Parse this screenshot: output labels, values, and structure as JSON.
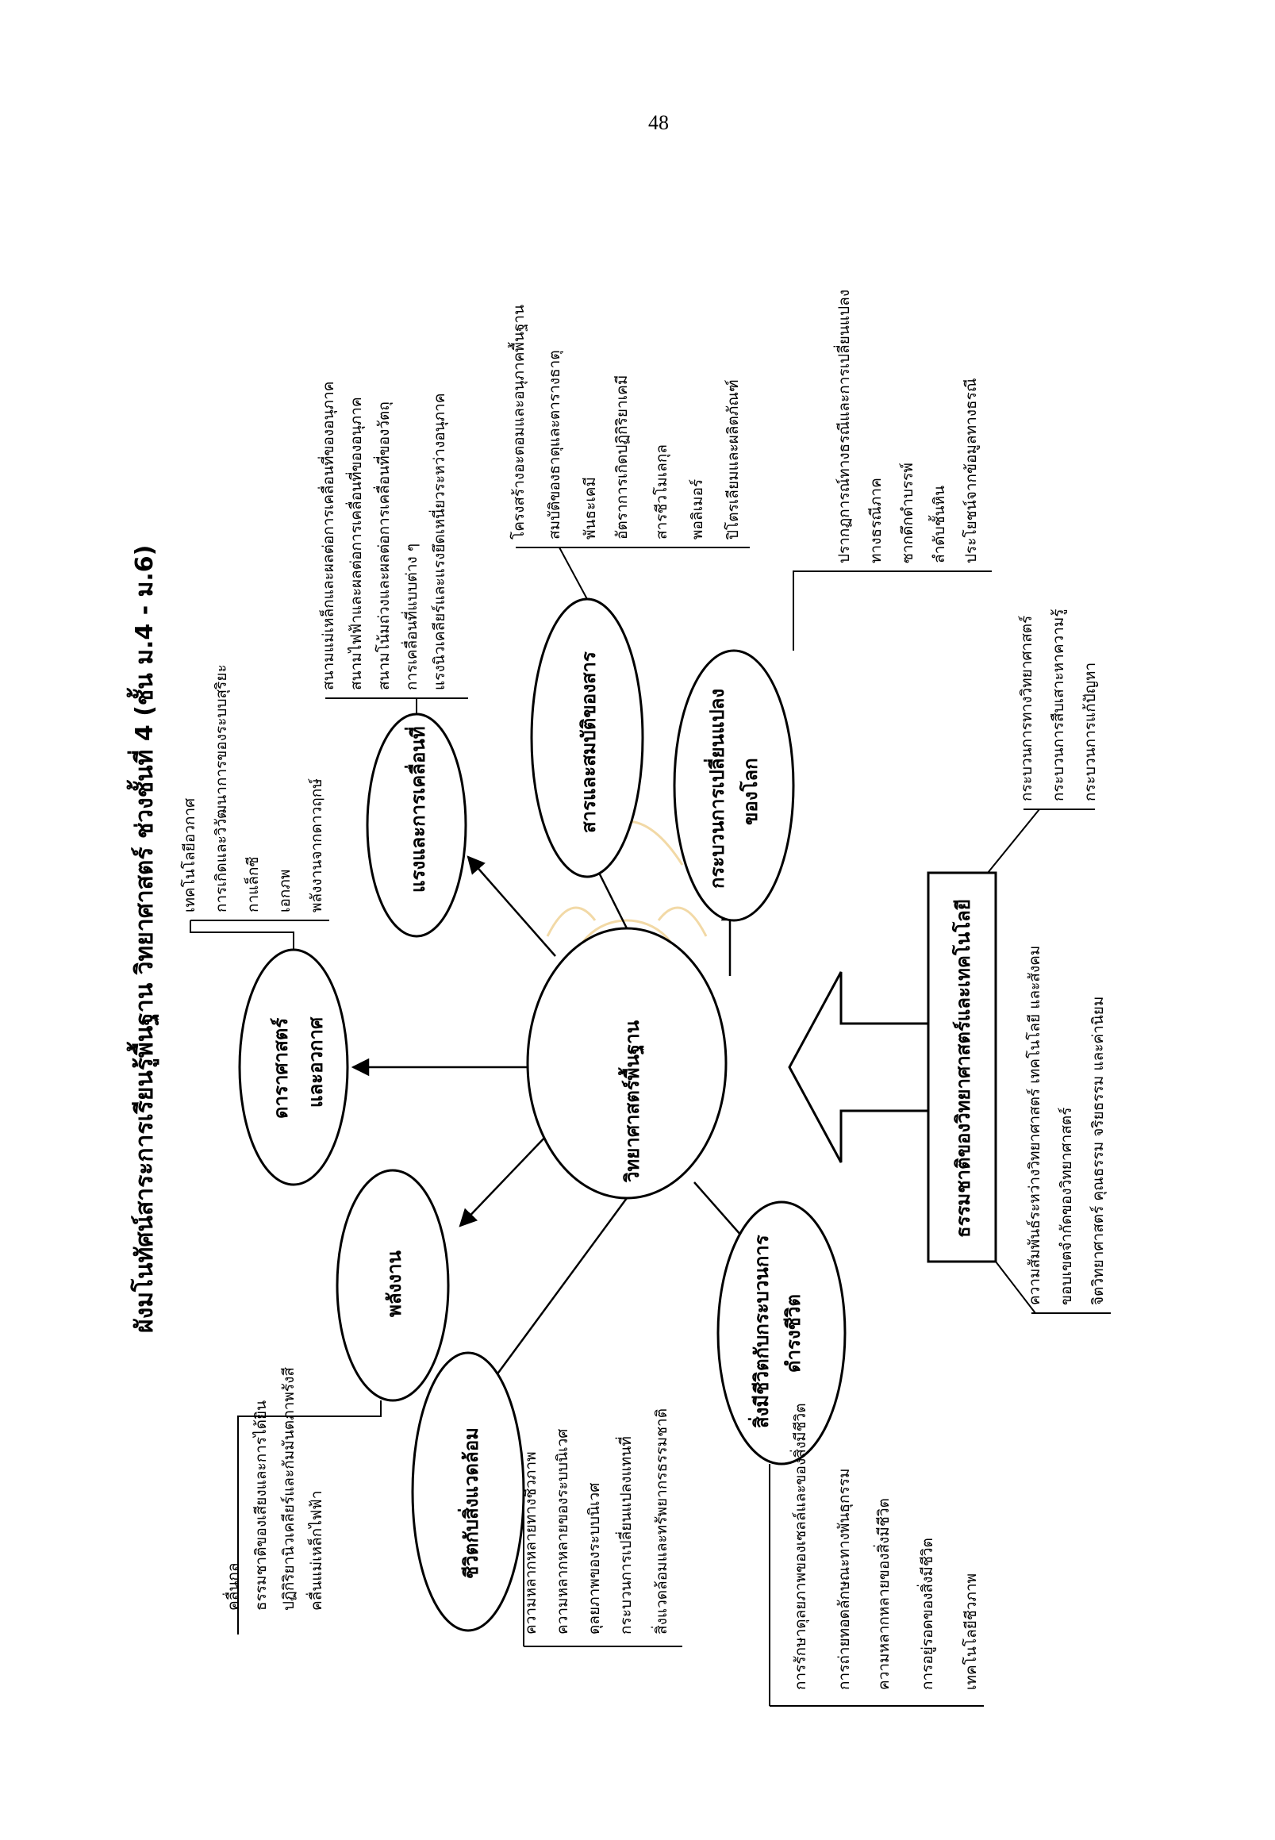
{
  "page_number": "48",
  "title": "ผังมโนทัศน์สาระการเรียนรู้พื้นฐาน  วิทยาศาสตร์  ช่วงชั้นที่ 4  (ชั้น ม.4 - ม.6)",
  "center": "วิทยาศาสตร์พื้นฐาน",
  "nodes": {
    "energy": {
      "label": [
        "พลังงาน"
      ],
      "items": [
        "คลื่นกล",
        "ธรรมชาติของเสียงและการได้ยิน",
        "ปฏิกิริยานิวเคลียร์และกัมมันตภาพรังสี",
        "คลื่นแม่เหล็กไฟฟ้า"
      ]
    },
    "astronomy": {
      "label": [
        "ดาราศาสตร์",
        "และอวกาศ"
      ],
      "items": [
        "เทคโนโลยีอวกาศ",
        "การเกิดและวิวัฒนาการของระบบสุริยะ",
        "กาแล็กซี",
        "เอกภพ",
        "พลังงานจากดาวฤกษ์"
      ]
    },
    "forces": {
      "label": [
        "แรงและการเคลื่อนที่"
      ],
      "items": [
        "สนามแม่เหล็กและผลต่อการเคลื่อนที่ของอนุภาค",
        "สนามไฟฟ้าและผลต่อการเคลื่อนที่ของอนุภาค",
        "สนามโน้มถ่วงและผลต่อการเคลื่อนที่ของวัตถุ",
        "การเคลื่อนที่แบบต่าง ๆ",
        "แรงนิวเคลียร์และแรงยึดเหนี่ยวระหว่างอนุภาค"
      ]
    },
    "matter": {
      "label": [
        "สารและสมบัติของสาร"
      ],
      "items": [
        "โครงสร้างอะตอมและอนุภาคพื้นฐาน",
        "สมบัติของธาตุและตารางธาตุ",
        "พันธะเคมี",
        "อัตราการเกิดปฏิกิริยาเคมี",
        "สารชีวโมเลกุล",
        "พอลิเมอร์",
        "ปิโตรเลียมและผลิตภัณฑ์"
      ]
    },
    "earth": {
      "label": [
        "กระบวนการเปลี่ยนแปลง",
        "ของโลก"
      ],
      "items": [
        "ปรากฏการณ์ทางธรณีและการเปลี่ยนแปลง",
        "ทางธรณีภาค",
        "ซากดึกดำบรรพ์",
        "ลำดับชั้นหิน",
        "ประโยชน์จากข้อมูลทางธรณี"
      ]
    },
    "nature_of_science": {
      "label": [
        "ธรรมชาติของวิทยาศาสตร์และเทคโนโลยี"
      ],
      "items": [
        "ความสัมพันธ์ระหว่างวิทยาศาสตร์ เทคโนโลยี และสังคม",
        "ขอบเขตจำกัดของวิทยาศาสตร์",
        "จิตวิทยาศาสตร์ คุณธรรม จริยธรรม และค่านิยม"
      ],
      "process_items": [
        "กระบวนการทางวิทยาศาสตร์",
        "กระบวนการสืบเสาะหาความรู้",
        "กระบวนการแก้ปัญหา"
      ]
    },
    "life": {
      "label": [
        "สิ่งมีชีวิตกับกระบวนการ",
        "ดำรงชีวิต"
      ],
      "items": [
        "การรักษาดุลยภาพของเซลล์และของสิ่งมีชีวิต",
        "การถ่ายทอดลักษณะทางพันธุกรรม",
        "ความหลากหลายของสิ่งมีชีวิต",
        "การอยู่รอดของสิ่งมีชีวิต",
        "เทคโนโลยีชีวภาพ"
      ]
    },
    "environment": {
      "label": [
        "ชีวิตกับสิ่งแวดล้อม"
      ],
      "items": [
        "ความหลากหลายทางชีวภาพ",
        "ความหลากหลายของระบบนิเวศ",
        "ดุลยภาพของระบบนิเวศ",
        "กระบวนการเปลี่ยนแปลงแทนที่",
        "สิ่งแวดล้อมและทรัพยากรธรรมชาติ"
      ]
    }
  }
}
